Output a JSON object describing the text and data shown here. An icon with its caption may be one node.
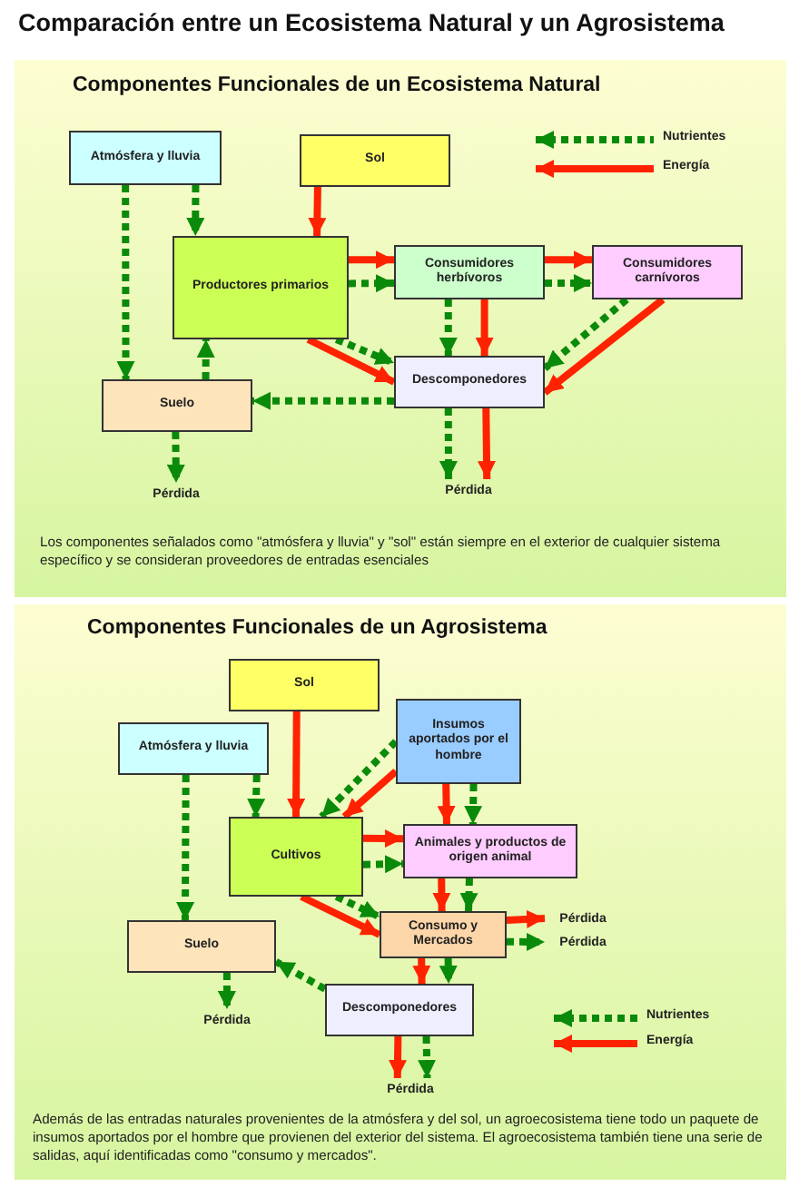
{
  "diagram": {
    "title": "Comparación entre un Ecosistema Natural y un Agrosistema",
    "nodes": [
      {
        "text": [
          "Componentes Funcionales de un Ecosistema Natural",
          "Los componentes señalados como \"atmósfera y lluvia\" y \"sol\" están siempre en el exterior de cualquier sistema específico y se consideran proveedores de entradas esenciales"
        ]
      },
      {
        "text": [
          "Atmósfera y lluvia"
        ],
        "in": 0
      },
      {
        "text": [
          "Sol"
        ],
        "in": 0
      },
      {
        "text": [
          "Productores primarios"
        ],
        "in": 0
      },
      {
        "text": [
          "Consumidores herbívoros"
        ],
        "in": 0
      },
      {
        "text": [
          "Consumidores carnívoros"
        ],
        "in": 0
      },
      {
        "text": [
          "Descomponedores"
        ],
        "in": 0
      },
      {
        "text": [
          "Suelo"
        ],
        "in": 0
      },
      {
        "text": [
          "Pérdida"
        ],
        "in": 0
      },
      {
        "text": [
          "Pérdida"
        ],
        "in": 0
      },
      {
        "text": [
          "Componentes Funcionales de un Agrosistema",
          "Además de las entradas naturales provenientes de la atmósfera y del sol, un agroecosistema tiene todo un paquete de insumos aportados por el hombre que provienen del exterior del sistema. El agroecosistema también tiene una serie de salidas, aquí identificadas como \"consumo y mercados\"."
        ]
      },
      {
        "text": [
          "Sol"
        ],
        "in": 10
      },
      {
        "text": [
          "Atmósfera y lluvia"
        ],
        "in": 10
      },
      {
        "text": [
          "Insumos aportados por el hombre"
        ],
        "in": 10
      },
      {
        "text": [
          "Cultivos"
        ],
        "in": 10
      },
      {
        "text": [
          "Animales y productos de origen animal"
        ],
        "in": 10
      },
      {
        "text": [
          "Consumo y Mercados"
        ],
        "in": 10
      },
      {
        "text": [
          "Suelo"
        ],
        "in": 10
      },
      {
        "text": [
          "Descomponedores"
        ],
        "in": 10
      },
      {
        "text": [
          "Pérdida"
        ],
        "in": 10
      },
      {
        "text": [
          "Pérdida"
        ],
        "in": 10
      },
      {
        "text": [
          "Pérdida"
        ],
        "in": 10
      },
      {
        "text": [
          "Pérdida"
        ],
        "in": 10
      }
    ],
    "edges": [
      {
        "from": 1,
        "to": 7,
        "arrow": "to",
        "style": "dashed"
      },
      {
        "from": 1,
        "to": 3,
        "arrow": "to",
        "style": "dashed"
      },
      {
        "from": 2,
        "to": 3,
        "arrow": "to",
        "color": "#ff2200"
      },
      {
        "from": 3,
        "to": 4,
        "arrow": "to",
        "color": "#ff2200"
      },
      {
        "from": 3,
        "to": 4,
        "arrow": "to",
        "style": "dashed"
      },
      {
        "from": 4,
        "to": 5,
        "arrow": "to",
        "color": "#ff2200"
      },
      {
        "from": 4,
        "to": 5,
        "arrow": "to",
        "style": "dashed"
      },
      {
        "from": 4,
        "to": 6,
        "arrow": "to",
        "style": "dashed"
      },
      {
        "from": 4,
        "to": 6,
        "arrow": "to",
        "color": "#ff2200"
      },
      {
        "from": 5,
        "to": 6,
        "arrow": "to",
        "style": "dashed"
      },
      {
        "from": 5,
        "to": 6,
        "arrow": "to",
        "color": "#ff2200"
      },
      {
        "from": 3,
        "to": 6,
        "arrow": "to",
        "color": "#ff2200"
      },
      {
        "from": 3,
        "to": 6,
        "arrow": "to",
        "style": "dashed"
      },
      {
        "from": 6,
        "to": 7,
        "arrow": "to",
        "style": "dashed"
      },
      {
        "from": 7,
        "to": 3,
        "arrow": "to",
        "style": "dashed"
      },
      {
        "from": 7,
        "to": 8,
        "arrow": "to",
        "style": "dashed"
      },
      {
        "from": 6,
        "to": 9,
        "arrow": "to",
        "style": "dashed"
      },
      {
        "from": 6,
        "to": 9,
        "arrow": "to",
        "color": "#ff2200"
      },
      {
        "from": 11,
        "to": 14,
        "arrow": "to",
        "color": "#ff2200"
      },
      {
        "from": 12,
        "to": 17,
        "arrow": "to",
        "style": "dashed"
      },
      {
        "from": 12,
        "to": 14,
        "arrow": "to",
        "style": "dashed"
      },
      {
        "from": 13,
        "to": 14,
        "arrow": "to",
        "style": "dashed"
      },
      {
        "from": 13,
        "to": 14,
        "arrow": "to",
        "color": "#ff2200"
      },
      {
        "from": 13,
        "to": 15,
        "arrow": "to",
        "color": "#ff2200"
      },
      {
        "from": 13,
        "to": 15,
        "arrow": "to",
        "style": "dashed"
      },
      {
        "from": 14,
        "to": 15,
        "arrow": "to",
        "color": "#ff2200"
      },
      {
        "from": 14,
        "to": 15,
        "arrow": "to",
        "style": "dashed"
      },
      {
        "from": 14,
        "to": 16,
        "arrow": "to",
        "color": "#ff2200"
      },
      {
        "from": 14,
        "to": 16,
        "arrow": "to",
        "style": "dashed"
      },
      {
        "from": 15,
        "to": 16,
        "arrow": "to",
        "color": "#ff2200"
      },
      {
        "from": 15,
        "to": 16,
        "arrow": "to",
        "style": "dashed"
      },
      {
        "from": 16,
        "to": 19,
        "arrow": "to",
        "color": "#ff2200"
      },
      {
        "from": 16,
        "to": 20,
        "arrow": "to",
        "style": "dashed"
      },
      {
        "from": 16,
        "to": 18,
        "arrow": "to",
        "color": "#ff2200"
      },
      {
        "from": 16,
        "to": 18,
        "arrow": "to",
        "style": "dashed"
      },
      {
        "from": 18,
        "to": 17,
        "arrow": "to",
        "style": "dashed"
      },
      {
        "from": 17,
        "to": 21,
        "arrow": "to",
        "style": "dashed"
      },
      {
        "from": 18,
        "to": 22,
        "arrow": "to",
        "color": "#ff2200"
      },
      {
        "from": 18,
        "to": 22,
        "arrow": "to",
        "style": "dashed"
      }
    ],
    "legend": [
      {
        "text": "Nutrientes"
      },
      {
        "text": "Energía"
      },
      {
        "text": "Nutrientes"
      },
      {
        "text": "Energía"
      }
    ]
  }
}
